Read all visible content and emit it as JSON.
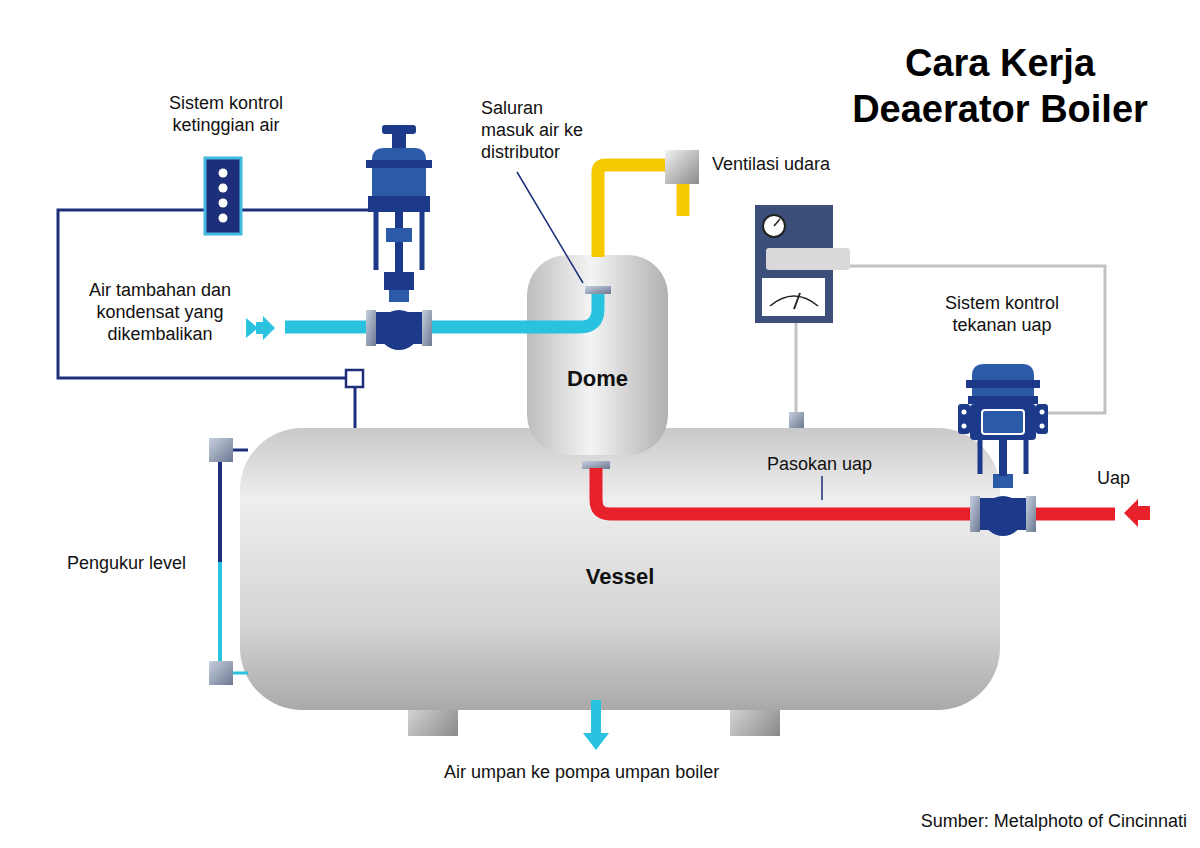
{
  "diagram": {
    "title": "Cara Kerja Deaerator Boiler",
    "caption": "Sumber: Metalphoto of Cincinnati",
    "nodes": [
      {
        "text": [
          "Dome"
        ]
      },
      {
        "text": [
          "Vessel"
        ]
      }
    ],
    "labels": [
      "Sistem kontrol ketinggian air",
      "Saluran masuk air ke distributor",
      "Ventilasi udara",
      "Air tambahan dan kondensat yang dikembalikan",
      "Sistem kontrol tekanan uap",
      "Pasokan uap",
      "Uap",
      "Pengukur level",
      "Air umpan ke pompa umpan boiler"
    ]
  }
}
